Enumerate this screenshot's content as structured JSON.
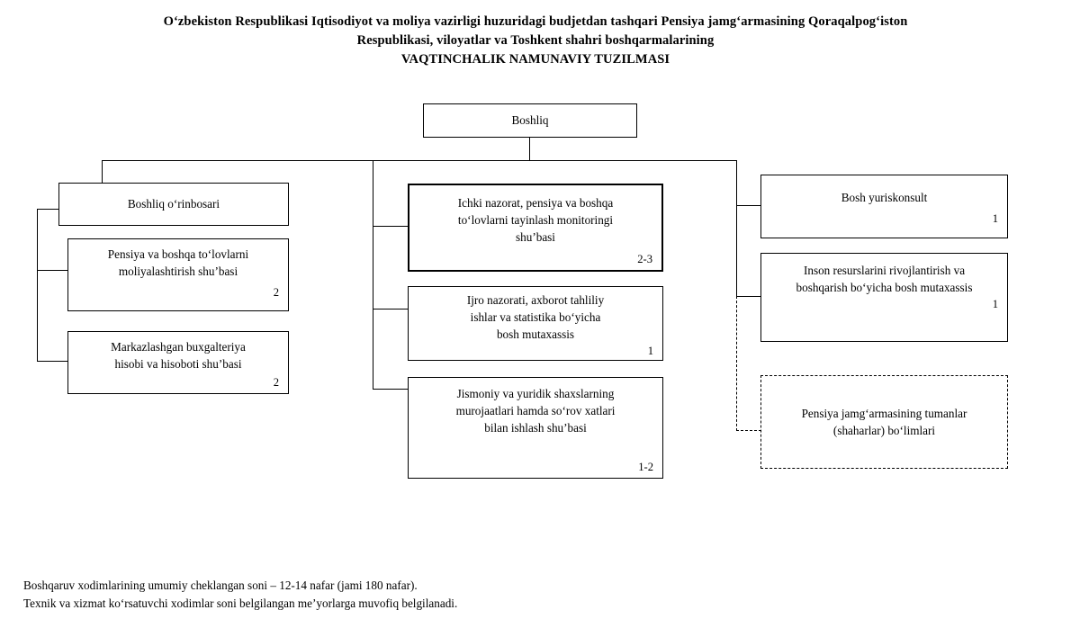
{
  "document": {
    "title_lines": [
      "O‘zbekiston Respublikasi Iqtisodiyot va moliya vazirligi huzuridagi budjetdan tashqari Pensiya jamg‘armasining Qoraqalpog‘iston",
      "Respublikasi, viloyatlar va Toshkent shahri boshqarmalarining",
      "VAQTINCHALIK NAMUNAVIY TUZILMASI"
    ]
  },
  "chart_data": {
    "type": "diagram",
    "diagram_kind": "organizational-chart",
    "root": {
      "id": "boshliq",
      "label": "Boshliq",
      "count": "",
      "border": "solid"
    },
    "columns": [
      {
        "id": "left-column",
        "nodes": [
          {
            "id": "boshliq-orinbosari",
            "lines": [
              "Boshliq o‘rinbosari"
            ],
            "count": "",
            "border": "solid"
          },
          {
            "id": "pensiya-moliyalashtirish",
            "lines": [
              "Pensiya va boshqa to‘lovlarni",
              "moliyalashtirish shu’basi"
            ],
            "count": "2",
            "border": "solid"
          },
          {
            "id": "markazlashgan-buxgalteriya",
            "lines": [
              "Markazlashgan buxgalteriya",
              "hisobi va hisoboti shu’basi"
            ],
            "count": "2",
            "border": "solid"
          }
        ]
      },
      {
        "id": "center-column",
        "nodes": [
          {
            "id": "ichki-nazorat",
            "lines": [
              "Ichki nazorat, pensiya va boshqa",
              "to‘lovlarni tayinlash  monitoringi",
              "shu’basi"
            ],
            "count": "2-3",
            "border": "bold"
          },
          {
            "id": "ijro-nazorati",
            "lines": [
              "Ijro nazorati, axborot tahliliy",
              "ishlar va statistika bo‘yicha",
              "bosh mutaxassis"
            ],
            "count": "1",
            "border": "solid"
          },
          {
            "id": "jismoniy-yuridik-murojaat",
            "lines": [
              "Jismoniy va yuridik shaxslarning",
              "murojaatlari hamda so‘rov xatlari",
              "bilan ishlash shu’basi"
            ],
            "count": "1-2",
            "border": "solid"
          }
        ]
      },
      {
        "id": "right-column",
        "nodes": [
          {
            "id": "bosh-yuriskonsult",
            "lines": [
              "Bosh yuriskonsult"
            ],
            "count": "1",
            "border": "solid"
          },
          {
            "id": "inson-resurslari",
            "lines": [
              "Inson resurslarini rivojlantirish va",
              "boshqarish bo‘yicha bosh mutaxassis"
            ],
            "count": "1",
            "border": "solid"
          },
          {
            "id": "tumanlar-bolimlari",
            "lines": [
              "Pensiya jamg‘armasining tumanlar",
              "(shaharlar) bo‘limlari"
            ],
            "count": "",
            "border": "dashed"
          }
        ]
      }
    ]
  },
  "footer": {
    "lines": [
      "Boshqaruv xodimlarining umumiy cheklangan soni – 12-14 nafar (jami 180 nafar).",
      "Texnik va xizmat ko‘rsatuvchi xodimlar soni belgilangan me’yorlarga muvofiq belgilanadi."
    ]
  }
}
